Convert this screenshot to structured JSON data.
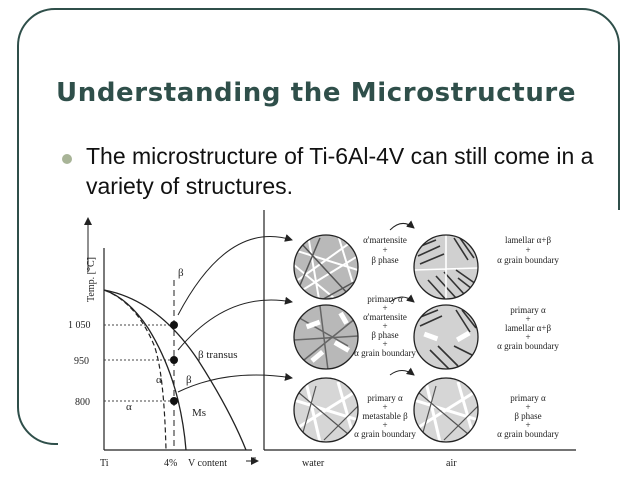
{
  "slide": {
    "title": "Understanding the Microstructure",
    "bullet": "The microstructure of Ti-6Al-4V can still come in a variety of structures."
  },
  "figure": {
    "y_axis_label": "Temp. [°C]",
    "temperature_ticks": [
      "1 050",
      "950",
      "800"
    ],
    "x_axis_labels": {
      "left": "Ti",
      "mid": "4%",
      "right": "V content"
    },
    "phase_labels": {
      "beta": "β",
      "beta_transus": "β transus",
      "alpha_beta": "α",
      "beta2": "β",
      "alpha": "α",
      "ms": "Ms"
    },
    "cooling_labels": {
      "water": "water",
      "air": "air"
    },
    "micro_labels": {
      "r1c1": [
        "α'martensite",
        "+",
        "β phase"
      ],
      "r1c2": [
        "lamellar α+β",
        "+",
        "α grain boundary"
      ],
      "r2c1": [
        "primary α",
        "+",
        "α'martensite",
        "+",
        "β phase",
        "+",
        "α grain boundary"
      ],
      "r2c2": [
        "primary α",
        "+",
        "lamellar α+β",
        "+",
        "α grain boundary"
      ],
      "r3c1": [
        "primary α",
        "+",
        "metastable β",
        "+",
        "α grain boundary"
      ],
      "r3c2": [
        "primary α",
        "+",
        "β phase",
        "+",
        "α grain boundary"
      ]
    }
  }
}
